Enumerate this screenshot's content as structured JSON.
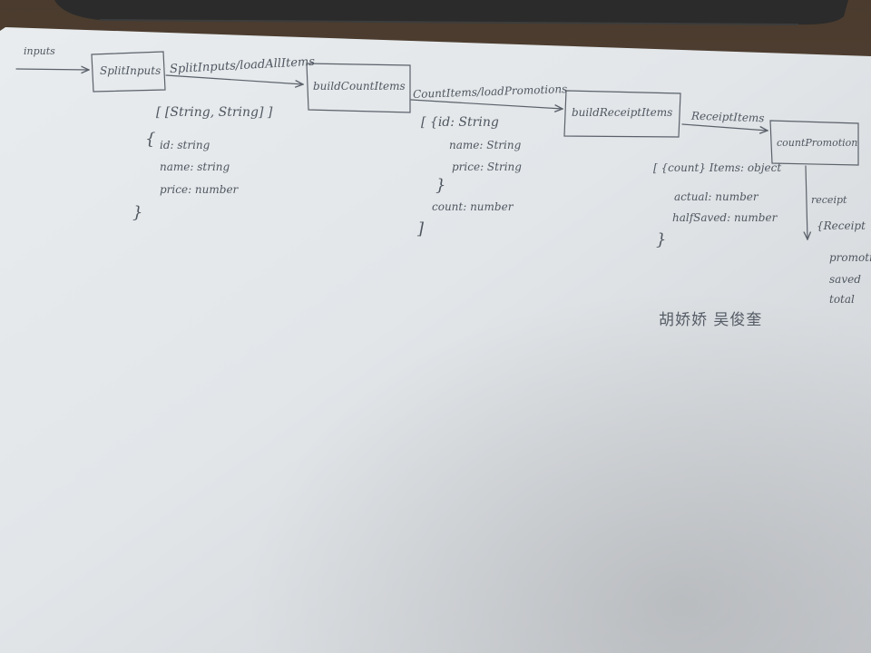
{
  "flow": {
    "input_label": "inputs",
    "nodes": [
      {
        "label": "SplitInputs"
      },
      {
        "label": "buildCountItems"
      },
      {
        "label": "buildReceiptItems"
      },
      {
        "label": "countPromotion"
      }
    ],
    "edges": [
      {
        "label": "SplitInputs/loadAllItems"
      },
      {
        "label": "CountItems/loadPromotions"
      },
      {
        "label": "ReceiptItems"
      },
      {
        "label": "receipt"
      }
    ]
  },
  "annotations": {
    "split_output": {
      "type_line": "[ [String, String] ]",
      "open": "{",
      "fields": [
        "id: string",
        "name: string",
        "price: number"
      ],
      "close": "}"
    },
    "count_output": {
      "open": "[ {id: String",
      "fields": [
        "name: String",
        "price: String"
      ],
      "mid_close": "}",
      "count_field": "count: number",
      "close": "]"
    },
    "receipt_items_output": {
      "open": "[ {count} Items: object",
      "fields": [
        "actual: number",
        "halfSaved: number"
      ],
      "close": "}"
    },
    "receipt_output": {
      "open": "{Receipt",
      "fields": [
        "promotion",
        "saved",
        "total"
      ]
    },
    "signature": "胡娇娇 吴俊奎"
  },
  "colors": {
    "paper_light": "#e6eaeb",
    "paper_shade": "#c9ccd0",
    "ink": "#4f5660",
    "laptop": "#2c2c2c",
    "table": "#5c4a38"
  }
}
